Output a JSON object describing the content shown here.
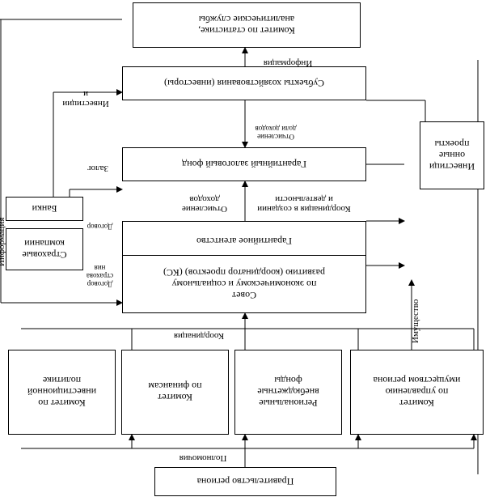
{
  "boxes": {
    "government": "Правительство региона",
    "committee_property": "Комитет\nпо управлению\nимуществом региона",
    "regional_funds": "Региональные\nвнебюджетные\nфонды",
    "committee_finance": "Комитет\nпо финансам",
    "committee_investment": "Комитет по\nинвестиционной\nполитике",
    "council": "Совет\nпо экономическому и социальному\nразвитию (координатор проектов) (КС)",
    "guarantee_agency": "Гарантийное агентство",
    "insurance": "Страховые\nкомпании",
    "banks": "Банки",
    "guarantee_fund": "Гарантийный залоговый фонд",
    "investment_projects": "Инвестици\nонные\nпроекты",
    "subjects": "Субъекты хозяйствования (инвесторы)",
    "statistics": "Комитет по статистике,\nаналитические службы"
  },
  "labels": {
    "powers": "Полномочия",
    "coordination": "Координация",
    "property": "Имущество",
    "information_left": "Информация",
    "insurance_contract": "Договор\nстрахова\nния",
    "contract": "Договор",
    "coordination_creation": "Координация в создании\nи деятельности",
    "income_deductions_1": "Отчисление\nдоходов",
    "pledge": "Залог",
    "income_deductions_2": "Отчисление\nдоли доходов",
    "investments": "Инвестиции\nи",
    "information_top": "Информация"
  }
}
